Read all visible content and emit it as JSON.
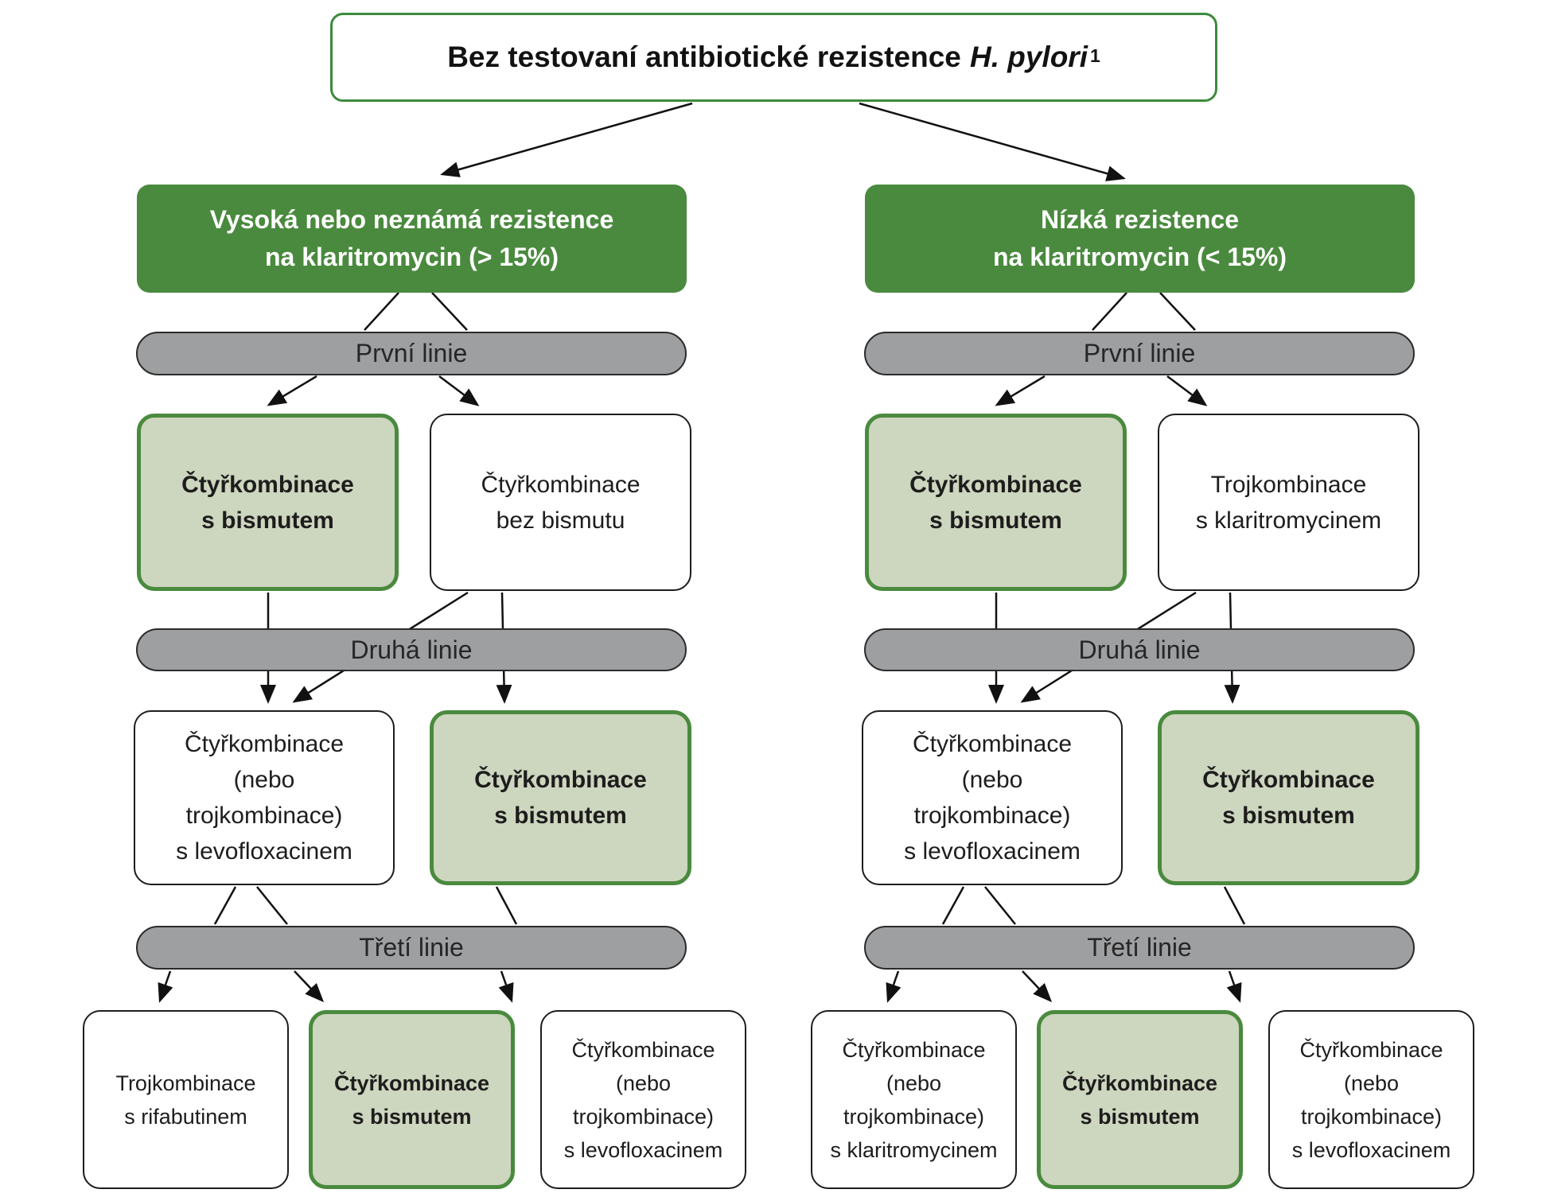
{
  "colors": {
    "dark_green": "#4a8a3e",
    "light_green_fill": "#cdd6be",
    "green_border": "#3c8a3c",
    "gray_pill_fill": "#9e9fa1",
    "pill_border": "#2b2b2b",
    "box_border": "#1d1d1d",
    "arrow": "#111111",
    "text_dark": "#1d1d1d",
    "text_white": "#ffffff"
  },
  "title": {
    "text_prefix": "Bez testovaní antibiotické rezistence",
    "text_italic": "H. pylori",
    "superscript": "1"
  },
  "branches": [
    {
      "name": "high-or-unknown-resistance",
      "header_lines": [
        "Vysoká nebo neznámá rezistence",
        "na klaritromycin (> 15%)"
      ],
      "levels": [
        {
          "label": "První linie",
          "boxes": [
            {
              "lines": [
                "Čtyřkombinace",
                "s bismutem"
              ],
              "highlighted": true
            },
            {
              "lines": [
                "Čtyřkombinace",
                "bez bismutu"
              ],
              "highlighted": false
            }
          ]
        },
        {
          "label": "Druhá linie",
          "boxes": [
            {
              "lines": [
                "Čtyřkombinace",
                "(nebo",
                "trojkombinace)",
                "s levofloxacinem"
              ],
              "highlighted": false
            },
            {
              "lines": [
                "Čtyřkombinace",
                "s bismutem"
              ],
              "highlighted": true
            }
          ]
        },
        {
          "label": "Třetí linie",
          "boxes": [
            {
              "lines": [
                "Trojkombinace",
                "s rifabutinem"
              ],
              "highlighted": false
            },
            {
              "lines": [
                "Čtyřkombinace",
                "s bismutem"
              ],
              "highlighted": true
            },
            {
              "lines": [
                "Čtyřkombinace",
                "(nebo",
                "trojkombinace)",
                "s levofloxacinem"
              ],
              "highlighted": false
            }
          ]
        }
      ]
    },
    {
      "name": "low-resistance",
      "header_lines": [
        "Nízká rezistence",
        "na klaritromycin (< 15%)"
      ],
      "levels": [
        {
          "label": "První linie",
          "boxes": [
            {
              "lines": [
                "Čtyřkombinace",
                "s bismutem"
              ],
              "highlighted": true
            },
            {
              "lines": [
                "Trojkombinace",
                "s klaritromycinem"
              ],
              "highlighted": false
            }
          ]
        },
        {
          "label": "Druhá linie",
          "boxes": [
            {
              "lines": [
                "Čtyřkombinace",
                "(nebo",
                "trojkombinace)",
                "s levofloxacinem"
              ],
              "highlighted": false
            },
            {
              "lines": [
                "Čtyřkombinace",
                "s bismutem"
              ],
              "highlighted": true
            }
          ]
        },
        {
          "label": "Třetí linie",
          "boxes": [
            {
              "lines": [
                "Čtyřkombinace",
                "(nebo",
                "trojkombinace)",
                "s klaritromycinem"
              ],
              "highlighted": false
            },
            {
              "lines": [
                "Čtyřkombinace",
                "s bismutem"
              ],
              "highlighted": true
            },
            {
              "lines": [
                "Čtyřkombinace",
                "(nebo",
                "trojkombinace)",
                "s levofloxacinem"
              ],
              "highlighted": false
            }
          ]
        }
      ]
    }
  ]
}
